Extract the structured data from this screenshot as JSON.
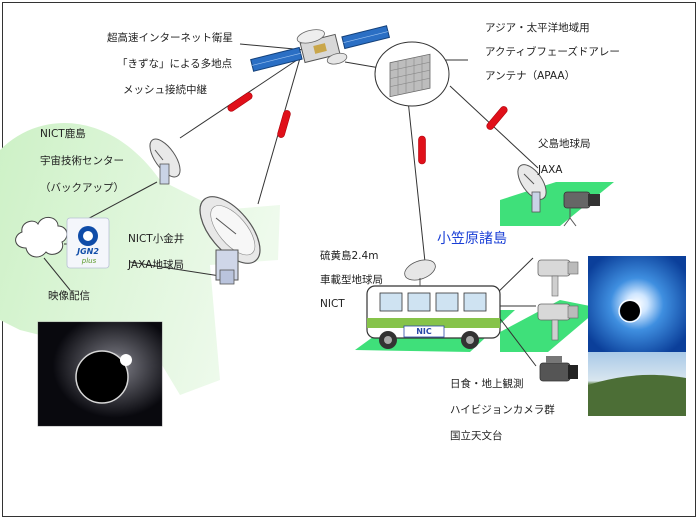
{
  "satellite": {
    "line1": "超高速インターネット衛星",
    "line2": "「きずな」による多地点",
    "line3": "メッシュ接続中継"
  },
  "apaa": {
    "line1": "アジア・太平洋地域用",
    "line2": "アクティブフェーズドアレー",
    "line3": "アンテナ（APAA）"
  },
  "kashima": {
    "line1": "NICT鹿島",
    "line2": "宇宙技術センター",
    "line3": "（バックアップ）"
  },
  "koganei": {
    "line1": "NICT小金井",
    "line2": "JAXA地球局"
  },
  "chichijima": {
    "line1": "父島地球局",
    "line2": "JAXA"
  },
  "ogasawara": "小笠原諸島",
  "iojima": {
    "line1": "硫黄島2.4m",
    "line2": "車載型地球局",
    "line3": "NICT"
  },
  "distribution": "映像配信",
  "jgn2": {
    "main": "JGN2",
    "sub": "plus"
  },
  "van_logo": "NIC",
  "observation": {
    "line1": "日食・地上観測",
    "line2": "ハイビジョンカメラ群",
    "line3": "国立天文台"
  },
  "colors": {
    "green_area": "#c7efc0",
    "green_pad": "#4ee07a",
    "link_red": "#e0101a",
    "label_blue": "#1a3fd6"
  }
}
